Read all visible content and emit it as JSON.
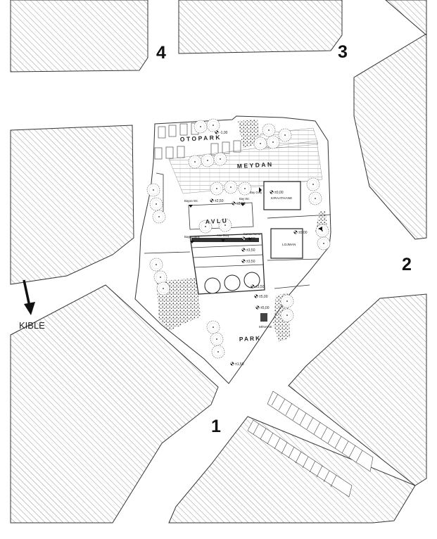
{
  "entrances": [
    {
      "id": "1",
      "label": "1"
    },
    {
      "id": "2",
      "label": "2"
    },
    {
      "id": "3",
      "label": "3"
    },
    {
      "id": "4",
      "label": "4"
    }
  ],
  "qibla": {
    "label": "KIBLE"
  },
  "zones": {
    "otopark": "OTOPARK",
    "meydan": "MEYDAN",
    "avlu": "AVLU",
    "park": "PARK",
    "kiraathane": "KIRAATHANE",
    "lojman": "LOJMAN",
    "minare": "MİNARE"
  },
  "entrance_labels": {
    "bayan_wc": "Bayan Wc",
    "bay_wc": "Bay Wc",
    "bay_giris": "Bay Giriş",
    "bayan_giris": "Bayan Giriş",
    "ana_giris": "Ana Giriş",
    "kurban_kurs": "Kur'an Kursu"
  },
  "levels": {
    "otopark": "-1,00",
    "kiraathane": "±0,00",
    "avlu": "±2,50",
    "lojman": "±0,00",
    "harim_1": "±3,50",
    "harim_2": "±3,50",
    "harim_3": "±3,50",
    "harim_4": "±3,50",
    "minare_1": "±5,00",
    "minare_2": "±5,00",
    "park": "±1,50",
    "bay": "±2,50"
  }
}
